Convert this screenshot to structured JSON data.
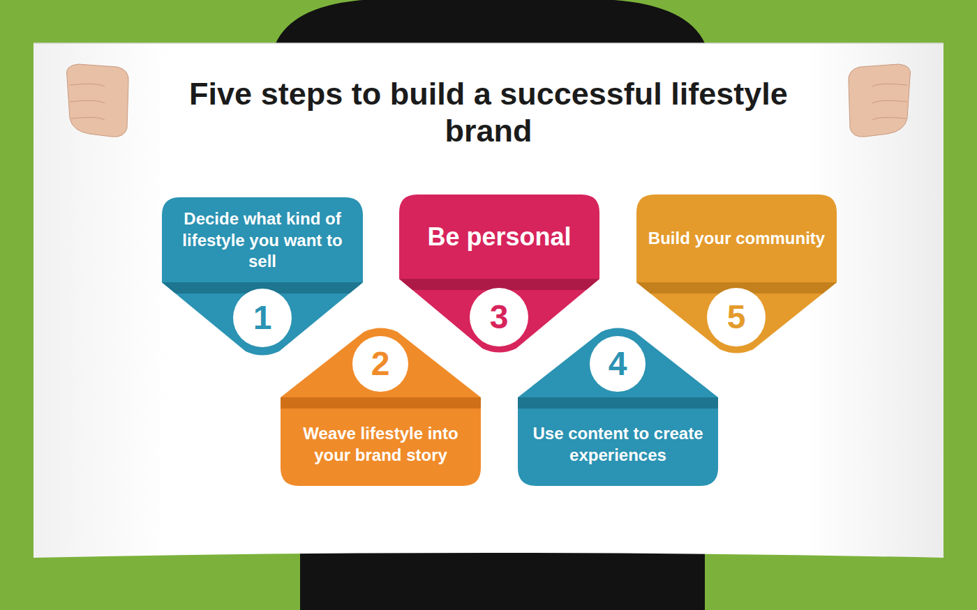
{
  "diagram": {
    "title": "Five steps to build a successful lifestyle brand",
    "nodes": [
      {
        "text": [
          "Decide what kind of lifestyle you want to sell",
          "1"
        ]
      },
      {
        "text": [
          "Weave lifestyle into your brand story",
          "2"
        ]
      },
      {
        "text": [
          "Be personal",
          "3"
        ]
      },
      {
        "text": [
          "Use content to create experiences",
          "4"
        ]
      },
      {
        "text": [
          "Build your community",
          "5"
        ]
      }
    ]
  }
}
